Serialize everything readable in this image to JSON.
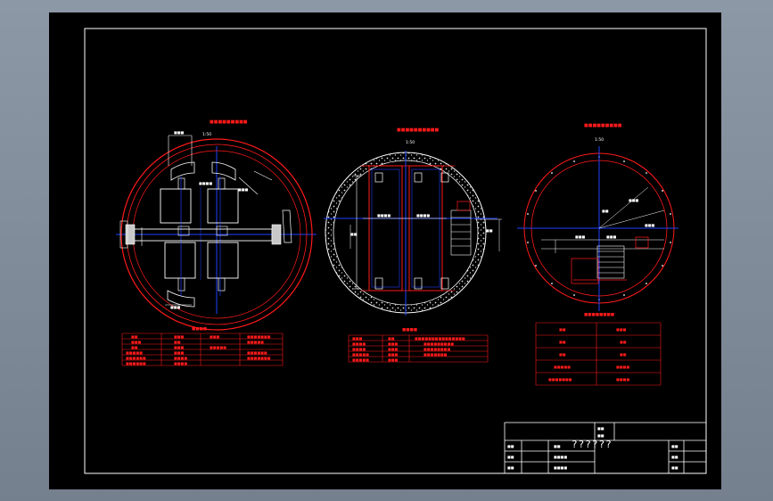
{
  "title_block": {
    "drawing_title": "??????"
  },
  "colors": {
    "background": "#000000",
    "frame": "#ffffff",
    "primary_lines": "#ff1a1a",
    "center_lines": "#2040ff",
    "dimension_lines": "#ffffff",
    "fill": "#c8c8c8"
  },
  "views": [
    {
      "id": "left-view",
      "scale": "1:50"
    },
    {
      "id": "middle-view",
      "scale": "1:50"
    },
    {
      "id": "right-view",
      "scale": "1:50"
    }
  ]
}
